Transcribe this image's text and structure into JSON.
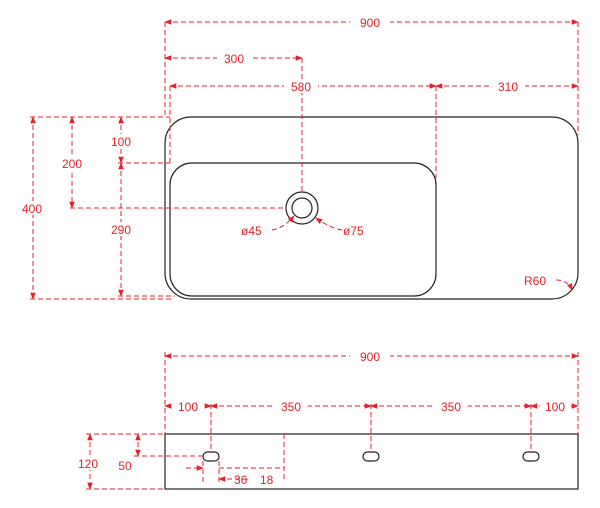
{
  "colors": {
    "dimension": "#e8202a",
    "outline": "#222222",
    "background": "#ffffff"
  },
  "top_view": {
    "dims": {
      "overall_width": "900",
      "drain_offset": "300",
      "basin_width": "580",
      "deck_width": "310",
      "overall_depth": "400",
      "drain_from_back": "200",
      "back_rim": "100",
      "basin_depth": "290",
      "drain_inner": "ø45",
      "drain_outer": "ø75",
      "corner_radius": "R60"
    }
  },
  "bottom_view": {
    "dims": {
      "overall_width": "900",
      "edge_left": "100",
      "spacing_1": "350",
      "spacing_2": "350",
      "edge_right": "100",
      "height": "120",
      "slot_height": "50",
      "slot_width": "36",
      "slot_size": "18"
    }
  }
}
